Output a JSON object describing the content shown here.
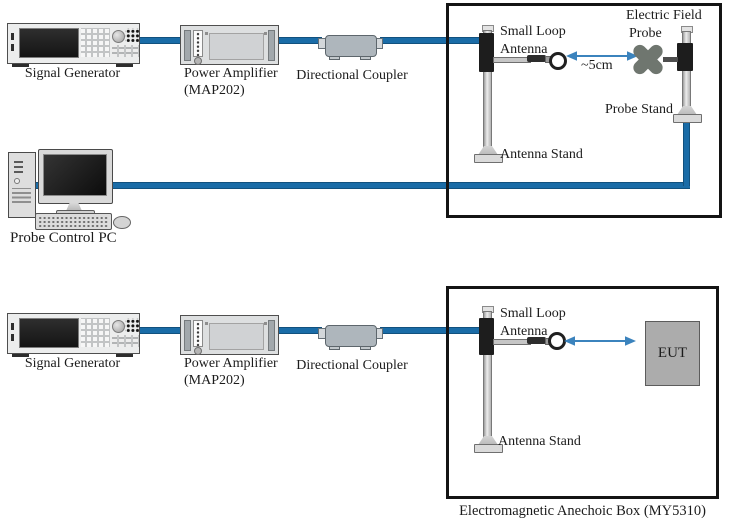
{
  "colors": {
    "cable_blue": "#1a6ca7",
    "arrow_blue": "#3b83bd",
    "box_border": "#141414",
    "probe_gray": "#6f766f",
    "eut_gray": "#acacac"
  },
  "top": {
    "signal_generator": "Signal Generator",
    "power_amplifier": "Power Amplifier",
    "power_amplifier_model": "(MAP202)",
    "directional_coupler": "Directional Coupler",
    "pc_label": "Probe Control PC",
    "small_loop_1": "Small Loop",
    "small_loop_2": "Antenna",
    "efp_1": "Electric Field",
    "efp_2": "Probe",
    "distance": "~5cm",
    "probe_stand": "Probe Stand",
    "antenna_stand": "Antenna Stand"
  },
  "bottom": {
    "signal_generator": "Signal Generator",
    "power_amplifier": "Power Amplifier",
    "power_amplifier_model": "(MAP202)",
    "directional_coupler": "Directional Coupler",
    "small_loop_1": "Small Loop",
    "small_loop_2": "Antenna",
    "eut": "EUT",
    "antenna_stand": "Antenna Stand",
    "caption": "Electromagnetic Anechoic Box (MY5310)"
  }
}
